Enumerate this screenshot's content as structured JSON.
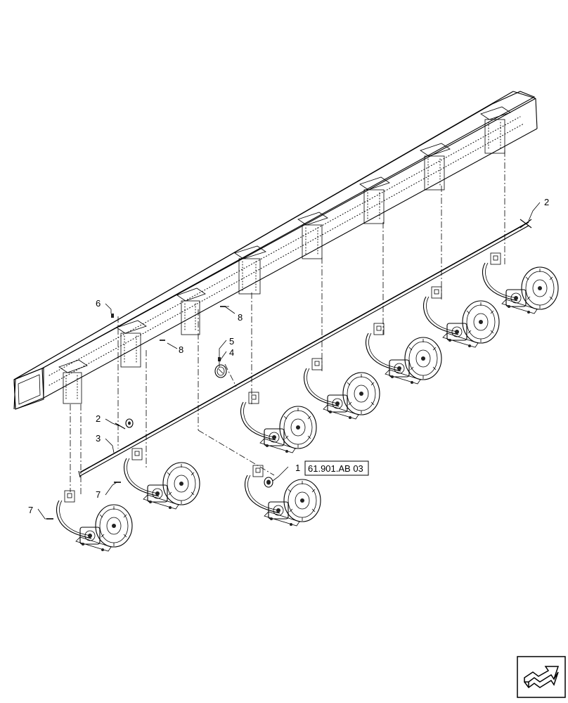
{
  "callouts": {
    "c1": "1",
    "c2a": "2",
    "c2b": "2",
    "c3": "3",
    "c4": "4",
    "c5": "5",
    "c6": "6",
    "c7a": "7",
    "c7b": "7",
    "c8a": "8",
    "c8b": "8"
  },
  "reference_box": "61.901.AB 03",
  "nav_icon": "arrow-next-page-icon"
}
